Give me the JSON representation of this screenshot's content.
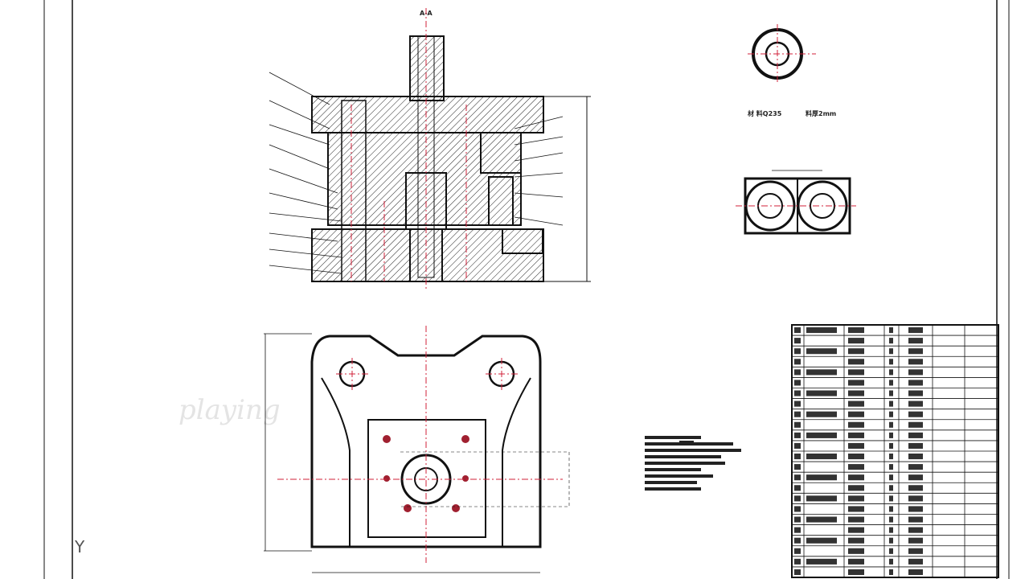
{
  "drawing": {
    "section_label": "A-A",
    "material_note": "材 料Q235",
    "thickness_note": "料厚2mm",
    "colors": {
      "outline": "#111111",
      "centerline": "#d0203a",
      "background": "#ffffff"
    }
  },
  "overlay": {
    "watermark": "playing",
    "ucs_axis": "Y"
  },
  "title_block": {
    "rows": 24
  }
}
